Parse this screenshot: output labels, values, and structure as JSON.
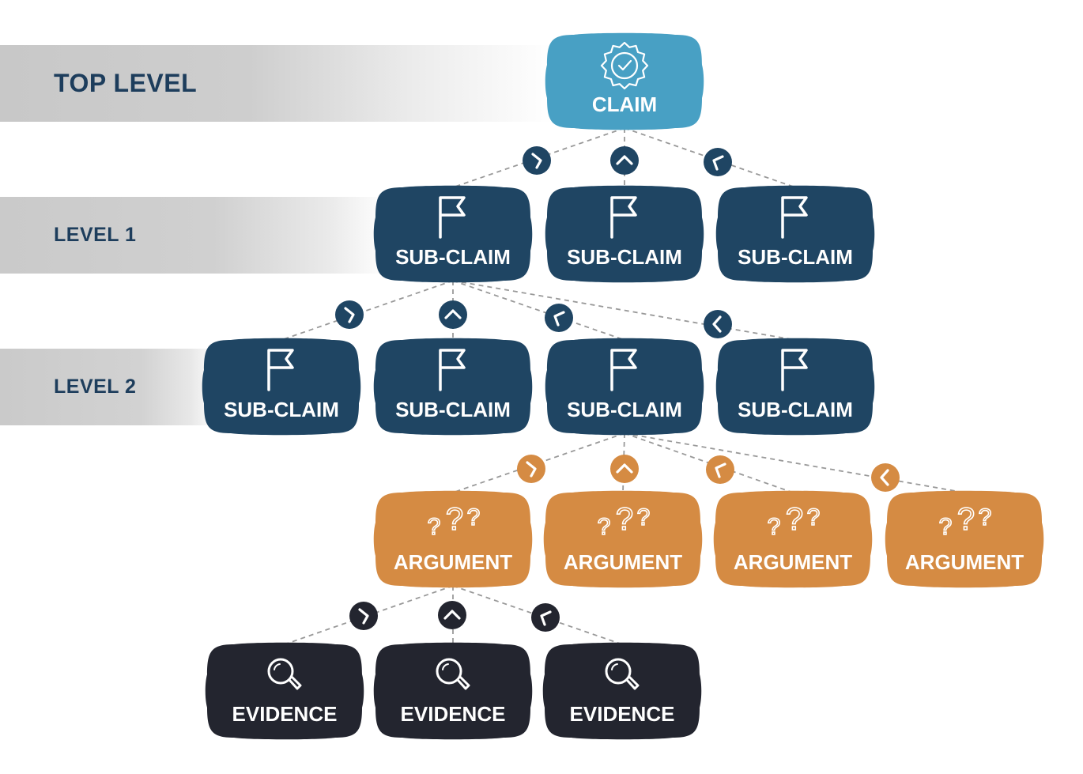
{
  "levels": {
    "top": "TOP LEVEL",
    "level1": "LEVEL 1",
    "level2": "LEVEL 2"
  },
  "labels": {
    "claim": "CLAIM",
    "subclaim": "SUB-CLAIM",
    "argument": "ARGUMENT",
    "evidence": "EVIDENCE"
  },
  "colors": {
    "claim": "#48a0c4",
    "subclaim": "#1f4563",
    "argument": "#d58b43",
    "evidence": "#23252f",
    "connector": "#999999",
    "level_text": "#1d3d5c"
  },
  "icons": {
    "claim": "badge-check-icon",
    "subclaim": "flag-icon",
    "argument": "question-marks-icon",
    "evidence": "magnifier-icon"
  },
  "nodes": [
    {
      "id": "claim",
      "type": "claim"
    },
    {
      "id": "l1-a",
      "type": "subclaim"
    },
    {
      "id": "l1-b",
      "type": "subclaim"
    },
    {
      "id": "l1-c",
      "type": "subclaim"
    },
    {
      "id": "l2-a",
      "type": "subclaim"
    },
    {
      "id": "l2-b",
      "type": "subclaim"
    },
    {
      "id": "l2-c",
      "type": "subclaim"
    },
    {
      "id": "l2-d",
      "type": "subclaim"
    },
    {
      "id": "arg-a",
      "type": "argument"
    },
    {
      "id": "arg-b",
      "type": "argument"
    },
    {
      "id": "arg-c",
      "type": "argument"
    },
    {
      "id": "arg-d",
      "type": "argument"
    },
    {
      "id": "ev-a",
      "type": "evidence"
    },
    {
      "id": "ev-b",
      "type": "evidence"
    },
    {
      "id": "ev-c",
      "type": "evidence"
    }
  ],
  "edges": [
    {
      "from": "claim",
      "to": "l1-a"
    },
    {
      "from": "claim",
      "to": "l1-b"
    },
    {
      "from": "claim",
      "to": "l1-c"
    },
    {
      "from": "l1-a",
      "to": "l2-a"
    },
    {
      "from": "l1-a",
      "to": "l2-b"
    },
    {
      "from": "l1-a",
      "to": "l2-c"
    },
    {
      "from": "l1-a",
      "to": "l2-d"
    },
    {
      "from": "l2-c",
      "to": "arg-a"
    },
    {
      "from": "l2-c",
      "to": "arg-b"
    },
    {
      "from": "l2-c",
      "to": "arg-c"
    },
    {
      "from": "l2-c",
      "to": "arg-d"
    },
    {
      "from": "arg-a",
      "to": "ev-a"
    },
    {
      "from": "arg-a",
      "to": "ev-b"
    },
    {
      "from": "arg-a",
      "to": "ev-c"
    }
  ]
}
